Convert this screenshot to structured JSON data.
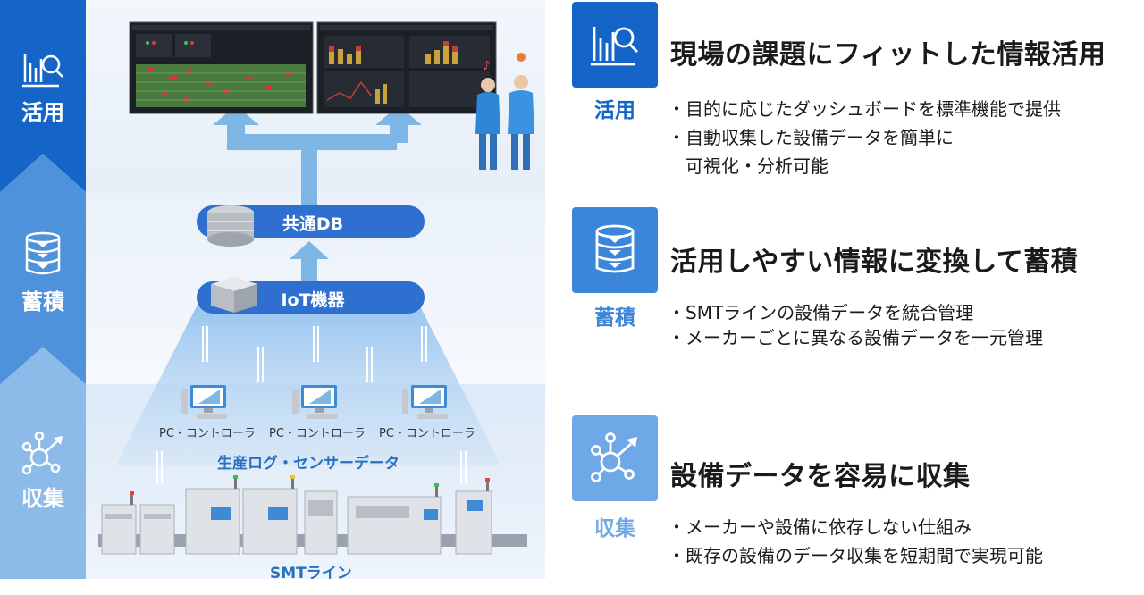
{
  "stages": {
    "use": "活用",
    "store": "蓄積",
    "collect": "収集"
  },
  "diagram": {
    "db_label": "共通DB",
    "iot_label": "IoT機器",
    "pc_labels": [
      "PC・コントローラ",
      "PC・コントローラ",
      "PC・コントローラ"
    ],
    "data_label": "生産ログ・センサーデータ",
    "line_label": "SMTライン"
  },
  "sections": [
    {
      "stage": "活用",
      "title": "現場の課題にフィットした情報活用",
      "bullets": [
        "・目的に応じたダッシュボードを標準機能で提供",
        "・自動収集した設備データを簡単に",
        "　可視化・分析可能"
      ]
    },
    {
      "stage": "蓄積",
      "title": "活用しやすい情報に変換して蓄積",
      "bullets": [
        "・SMTラインの設備データを統合管理",
        "・メーカーごとに異なる設備データを一元管理"
      ]
    },
    {
      "stage": "収集",
      "title": "設備データを容易に収集",
      "bullets": [
        "・メーカーや設備に依存しない仕組み",
        "・既存の設備のデータ収集を短期間で実現可能"
      ]
    }
  ],
  "colors": {
    "dark_blue": "#1565c8",
    "mid_blue": "#3b86d8",
    "light_blue": "#6fa8e6",
    "pale_blue": "#e3eefa",
    "arrow_blue": "#7eb6e6",
    "pill_blue": "#2f6fd0"
  }
}
